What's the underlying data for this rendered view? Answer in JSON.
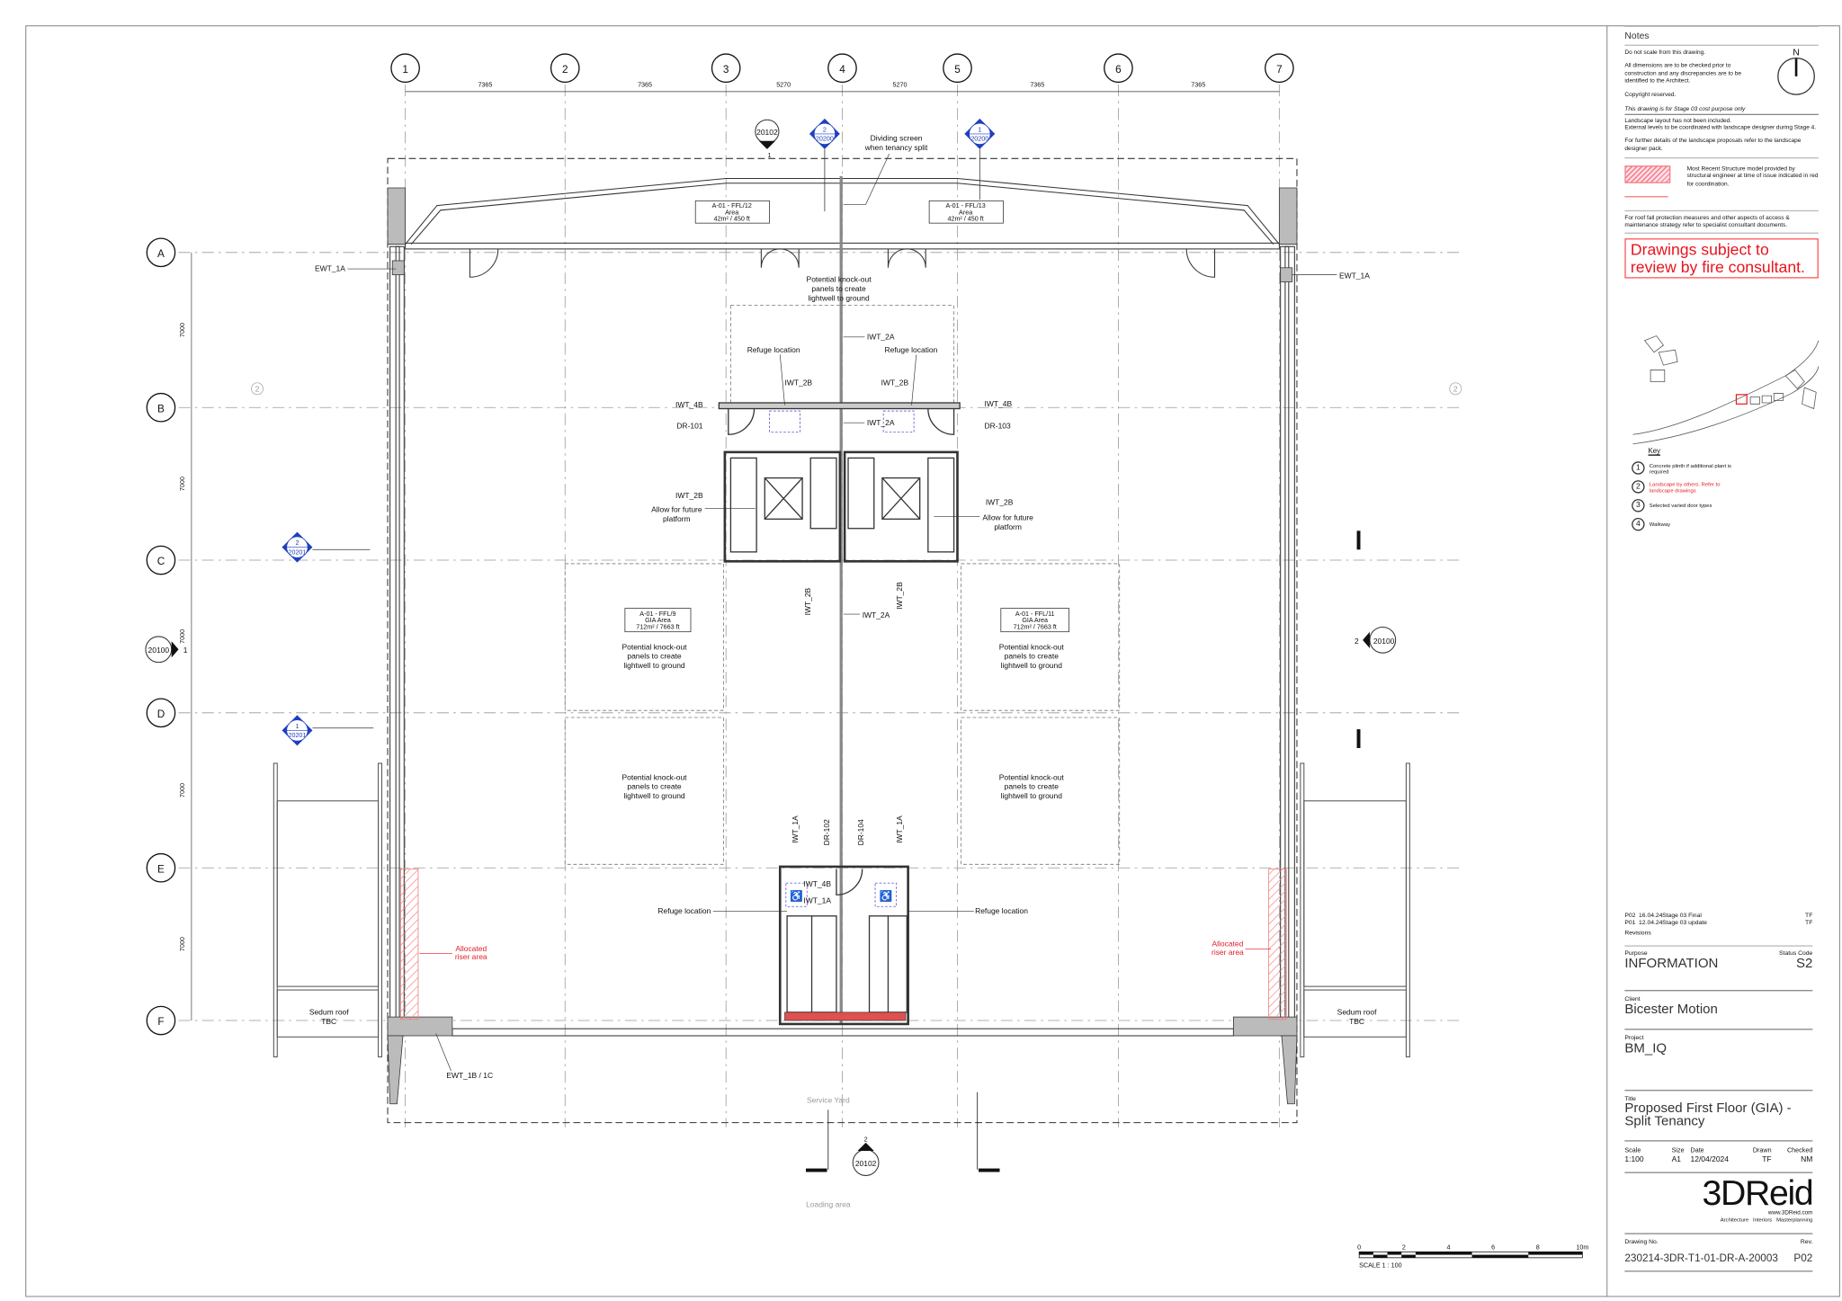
{
  "grid": {
    "columns": [
      "1",
      "2",
      "3",
      "4",
      "5",
      "6",
      "7"
    ],
    "rows": [
      "A",
      "B",
      "C",
      "D",
      "E",
      "F"
    ],
    "col_dims": [
      "7365",
      "7365",
      "5270",
      "5270",
      "7365",
      "7365"
    ],
    "row_dims": [
      "7000",
      "7000",
      "7000",
      "7000",
      "7000"
    ]
  },
  "plan": {
    "ewt_1a": "EWT_1A",
    "ewt_1b": "EWT_1B / 1C",
    "dividing": [
      "Dividing screen",
      "when tenancy split"
    ],
    "knockout": [
      "Potential knock-out",
      "panels to create",
      "lightwell to ground"
    ],
    "refuge": "Refuge location",
    "iwt_2a": "IWT_2A",
    "iwt_2b": "IWT_2B",
    "iwt_4b": "IWT_4B",
    "iwt_1a": "IWT_1A",
    "dr_101": "DR-101",
    "dr_102": "DR-102",
    "dr_103": "DR-103",
    "dr_104": "DR-104",
    "future_platform": [
      "Allow for future",
      "platform"
    ],
    "riser": [
      "Allocated",
      "riser area"
    ],
    "sedum": [
      "Sedum roof",
      "TBC"
    ],
    "service_yard": "Service Yard",
    "loading_area": "Loading area",
    "key_tag": "2",
    "areas": [
      {
        "name": "A-01 - FFL/12",
        "type": "Area",
        "value": "42m² / 450 ft"
      },
      {
        "name": "A-01 - FFL/13",
        "type": "Area",
        "value": "42m² / 450 ft"
      },
      {
        "name": "A-01 - FFL/9",
        "type": "GIA Area",
        "value": "712m² / 7663 ft"
      },
      {
        "name": "A-01 - FFL/11",
        "type": "GIA Area",
        "value": "712m² / 7663 ft"
      }
    ],
    "sections": {
      "s20102_top": {
        "ref": "20102",
        "num": "1"
      },
      "s20200_a": {
        "ref": "20200",
        "num": "2"
      },
      "s20200_b": {
        "ref": "20200",
        "num": "1"
      },
      "s20201_a": {
        "ref": "20201",
        "num": "2"
      },
      "s20201_b": {
        "ref": "20201",
        "num": "1"
      },
      "s20100_l": {
        "ref": "20100",
        "num": "1"
      },
      "s20100_r": {
        "ref": "20100",
        "num": "2"
      },
      "s20102_bot": {
        "ref": "20102",
        "num": "2"
      }
    }
  },
  "scale_bar": {
    "ticks": [
      "0",
      "2",
      "4",
      "6",
      "8",
      "10m"
    ],
    "label": "SCALE 1 : 100"
  },
  "notes": {
    "title": "Notes",
    "north": "N",
    "lines": [
      "Do not scale from this drawing.",
      "All dimensions are to be checked prior to construction and any discrepancies are to be identified to the Architect.",
      "Copyright reserved.",
      "This drawing is for Stage 03 cost purpose only",
      "Landscape layout has not been included.",
      "External levels to be coordinated with landscape designer during Stage 4.",
      "For further details of the landscape proposals refer to the landscape designer pack.",
      "Most Recent Structure model provided by structural engineer at time of issue indicated in red for coordination.",
      "For roof fall protection measures and other aspects of access & maintenance strategy refer to specialist consultant documents."
    ],
    "fire": "Drawings subject to review by fire consultant."
  },
  "key": {
    "title": "Key",
    "items": [
      {
        "num": "1",
        "text": "Concrete plinth if additional plant is required",
        "color": "#111111"
      },
      {
        "num": "2",
        "text": "Landscape by others. Refer to landscape drawings",
        "color": "#e8141e"
      },
      {
        "num": "3",
        "text": "Selected varied door types",
        "color": "#111111"
      },
      {
        "num": "4",
        "text": "Walkway",
        "color": "#111111"
      }
    ]
  },
  "revisions": {
    "rows": [
      {
        "rev": "P02",
        "date": "16.04.24",
        "desc": "Stage 03 Final",
        "by": "TF"
      },
      {
        "rev": "P01",
        "date": "12.04.24",
        "desc": "Stage 03 update",
        "by": "TF"
      }
    ],
    "label": "Revisions"
  },
  "title_block": {
    "purpose_label": "Purpose",
    "purpose": "INFORMATION",
    "status_label": "Status Code",
    "status": "S2",
    "client_label": "Client",
    "client": "Bicester Motion",
    "project_label": "Project",
    "project": "BM_IQ",
    "title_label": "Title",
    "title": "Proposed First Floor (GIA) - Split Tenancy",
    "scale_label": "Scale",
    "scale": "1:100",
    "size_label": "Size",
    "size": "A1",
    "date_label": "Date",
    "date": "12/04/2024",
    "drawn_label": "Drawn",
    "drawn": "TF",
    "checked_label": "Checked",
    "checked": "NM",
    "logo": "3DReid",
    "website": "www.3DReid.com",
    "disciplines": "Architecture   Interiors   Masterplanning",
    "drawing_no_label": "Drawing No.",
    "drawing_no": "230214-3DR-T1-01-DR-A-20003",
    "rev_label": "Rev.",
    "rev": "P02"
  },
  "colors": {
    "red": "#e8141e",
    "blue": "#1f3fbf",
    "hatch": "#f47b7b"
  }
}
